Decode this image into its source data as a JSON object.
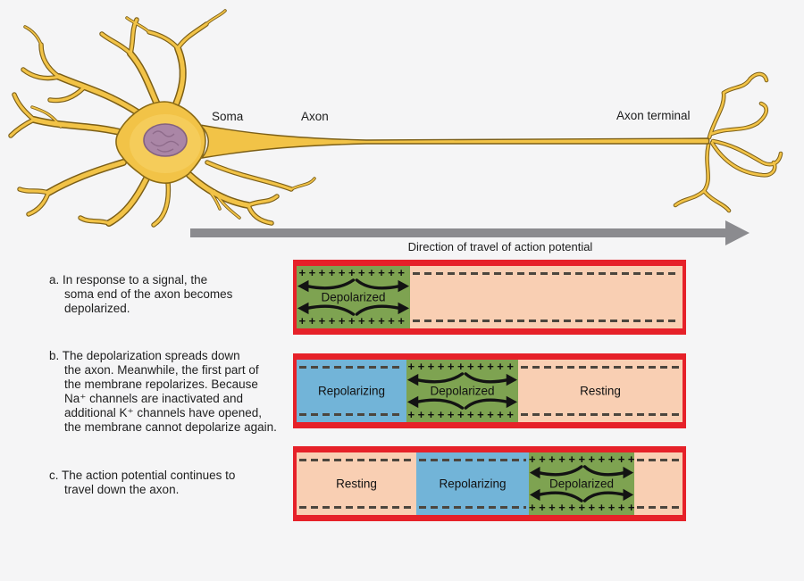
{
  "neuron": {
    "soma_label": "Soma",
    "axon_label": "Axon",
    "axon_terminal_label": "Axon terminal"
  },
  "direction_label": "Direction of travel of action potential",
  "membrane": {
    "plus_row": "+++++++++++",
    "labels": {
      "depolarized": "Depolarized",
      "repolarizing": "Repolarizing",
      "resting": "Resting"
    }
  },
  "panels": [
    {
      "id": "a",
      "caption_lines": [
        "a. In response to a signal, the",
        "soma end of the axon becomes",
        "depolarized."
      ],
      "segments": [
        {
          "type": "depolarized",
          "label": "Depolarized"
        },
        {
          "type": "resting",
          "label": ""
        }
      ]
    },
    {
      "id": "b",
      "caption_lines": [
        "b. The depolarization spreads down",
        "the axon. Meanwhile, the first part of",
        "the membrane repolarizes. Because",
        "Na⁺ channels are inactivated and",
        "additional K⁺ channels have opened,",
        "the membrane cannot depolarize again."
      ],
      "segments": [
        {
          "type": "repolarizing",
          "label": "Repolarizing"
        },
        {
          "type": "depolarized",
          "label": "Depolarized"
        },
        {
          "type": "resting",
          "label": "Resting"
        }
      ]
    },
    {
      "id": "c",
      "caption_lines": [
        "c. The action potential continues to",
        "travel down the axon."
      ],
      "segments": [
        {
          "type": "resting",
          "label": "Resting"
        },
        {
          "type": "repolarizing",
          "label": "Repolarizing"
        },
        {
          "type": "depolarized",
          "label": "Depolarized"
        },
        {
          "type": "resting",
          "label": ""
        }
      ]
    }
  ],
  "colors": {
    "membrane_red": "#e62129",
    "depolarized_green": "#7ea351",
    "repolarizing_blue": "#72b4d8",
    "resting_peach": "#f9cfb3",
    "arrow_gray": "#8b8b8f",
    "neuron_gold": "#f2c347",
    "nucleus_purple": "#aa86a6"
  }
}
